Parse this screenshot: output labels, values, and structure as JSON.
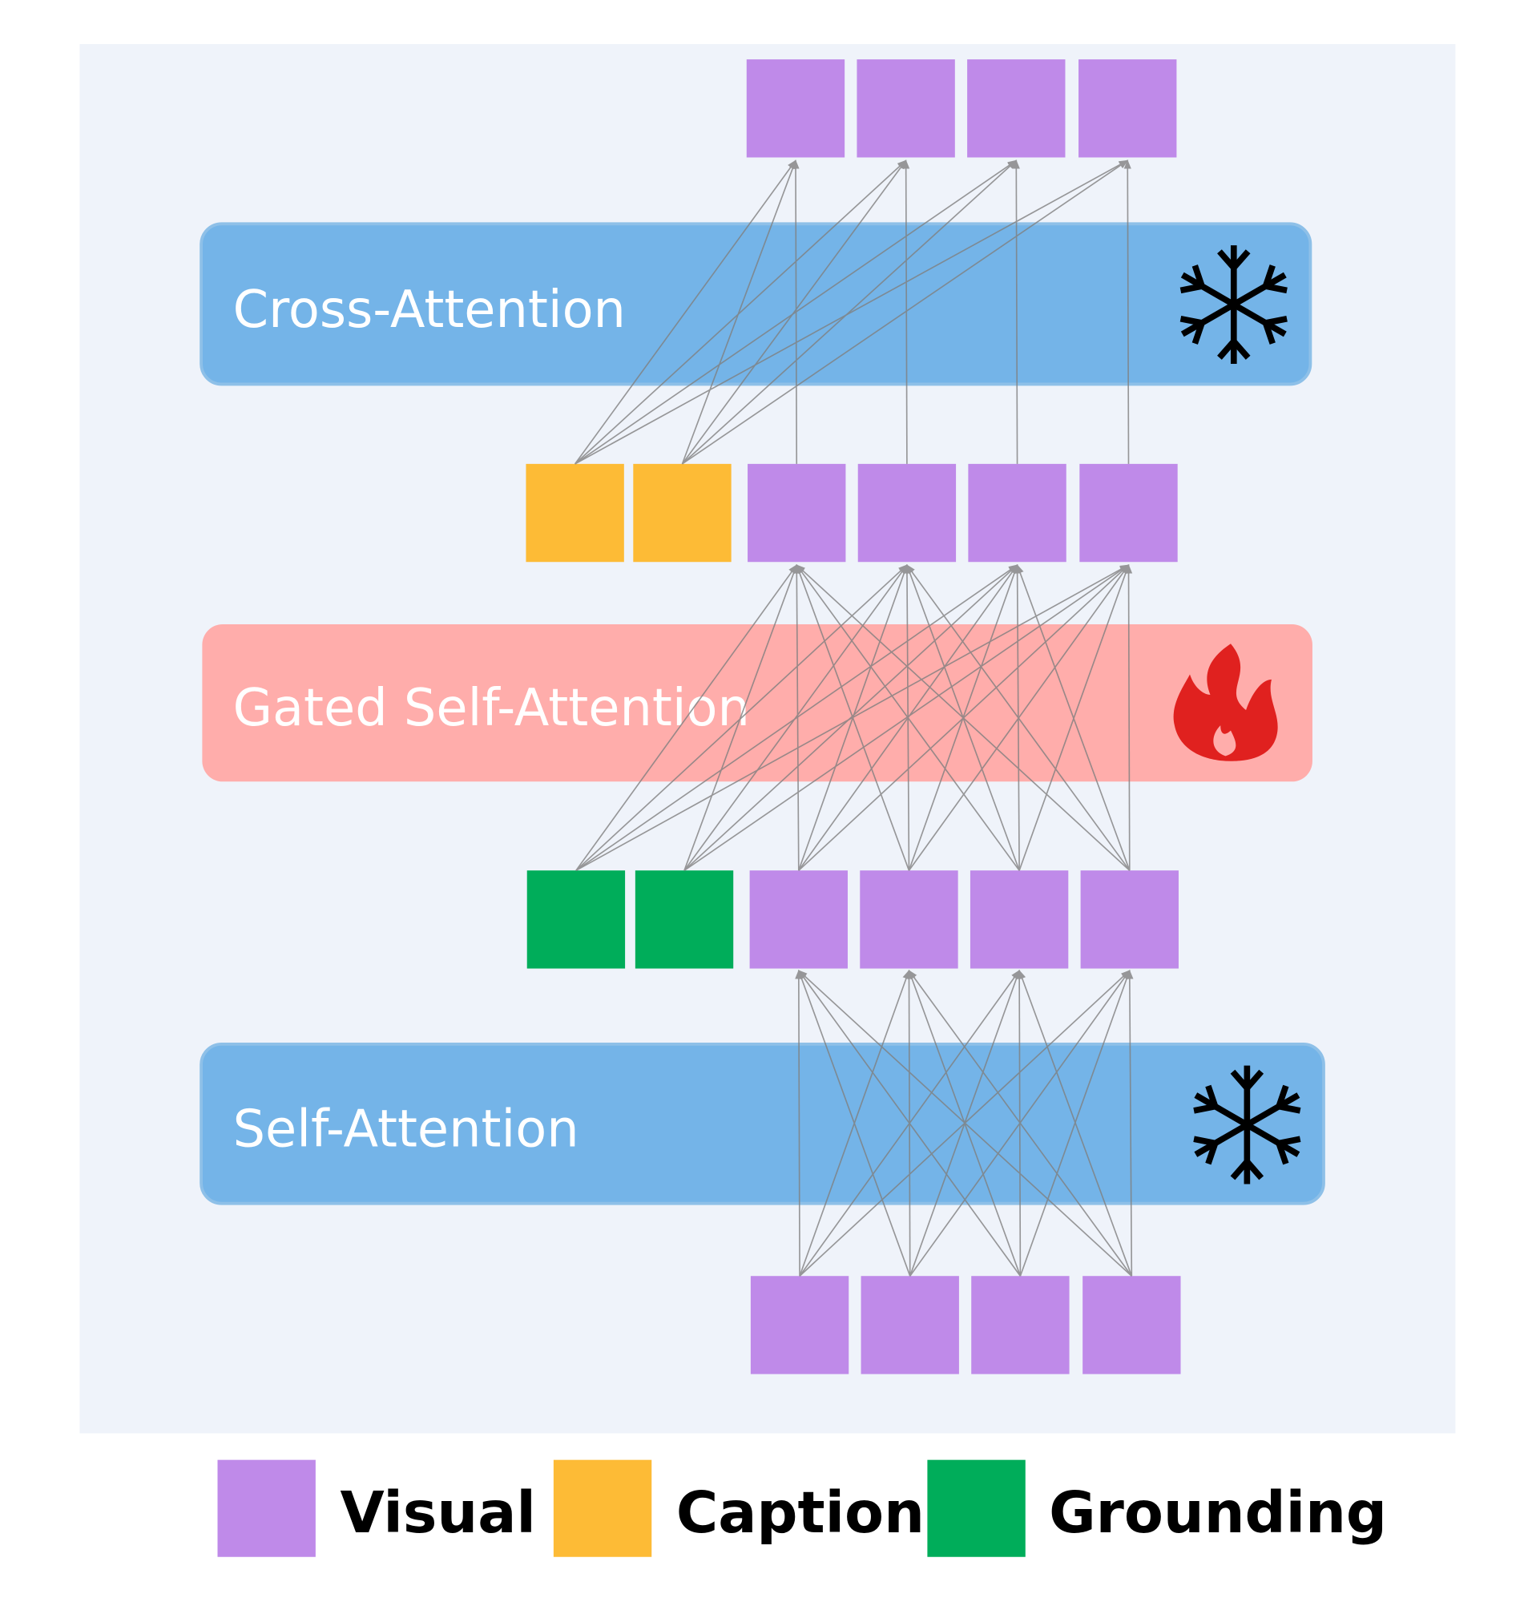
{
  "blocks": {
    "cross_attention": {
      "label": "Cross-Attention",
      "icon": "snowflake-icon",
      "state": "frozen"
    },
    "gated_self_attention": {
      "label": "Gated Self-Attention",
      "icon": "flame-icon",
      "state": "trainable"
    },
    "self_attention": {
      "label": "Self-Attention",
      "icon": "snowflake-icon",
      "state": "frozen"
    }
  },
  "legend": [
    {
      "label": "Visual",
      "color": "#bf8ae9"
    },
    {
      "label": "Caption",
      "color": "#fdbb36"
    },
    {
      "label": "Grounding",
      "color": "#00ad5a"
    }
  ],
  "colors": {
    "background": "#eff3fa",
    "frozen_block": "#74b4e8",
    "trainable_block": "#ffadab",
    "arrow": "#808080",
    "flame": "#e0211f"
  }
}
